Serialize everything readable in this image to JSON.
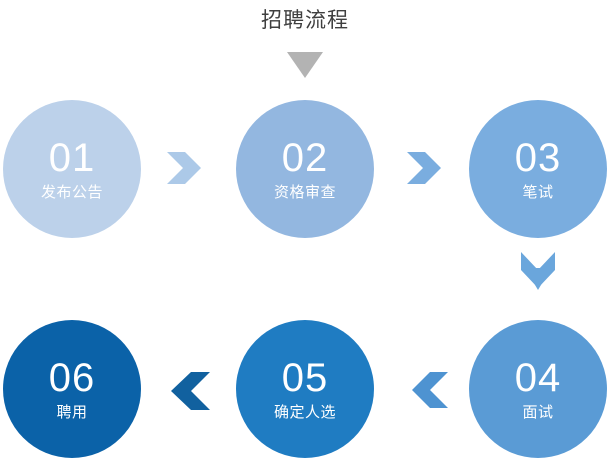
{
  "diagram": {
    "title": "招聘流程",
    "title_arrow_icon": "triangle-down-icon",
    "title_arrow_color": "#b3b3b3",
    "background": "#ffffff",
    "steps": [
      {
        "id": "01",
        "number": "01",
        "label": "发布公告",
        "color": "#bcd1ea",
        "position": "row1-left"
      },
      {
        "id": "02",
        "number": "02",
        "label": "资格审查",
        "color": "#93b7e0",
        "position": "row1-center"
      },
      {
        "id": "03",
        "number": "03",
        "label": "笔试",
        "color": "#7aaddf",
        "position": "row1-right"
      },
      {
        "id": "04",
        "number": "04",
        "label": "面试",
        "color": "#5a9bd5",
        "position": "row2-right"
      },
      {
        "id": "05",
        "number": "05",
        "label": "确定人选",
        "color": "#1f7cc2",
        "position": "row2-center"
      },
      {
        "id": "06",
        "number": "06",
        "label": "聘用",
        "color": "#0b62a8",
        "position": "row2-left"
      }
    ],
    "connectors": [
      {
        "id": "arrow-1-2",
        "from": "01",
        "to": "02",
        "direction": "right",
        "icon": "arrow-right-icon",
        "color": "#acc9e8"
      },
      {
        "id": "arrow-2-3",
        "from": "02",
        "to": "03",
        "direction": "right",
        "icon": "arrow-right-icon",
        "color": "#7aaddf"
      },
      {
        "id": "arrow-3-4",
        "from": "03",
        "to": "04",
        "direction": "down",
        "icon": "arrow-down-icon",
        "color": "#6aa6dc"
      },
      {
        "id": "arrow-4-5",
        "from": "04",
        "to": "05",
        "direction": "left",
        "icon": "arrow-left-icon",
        "color": "#4e93d1"
      },
      {
        "id": "arrow-5-6",
        "from": "05",
        "to": "06",
        "direction": "left",
        "icon": "arrow-left-icon",
        "color": "#11619f"
      }
    ]
  }
}
